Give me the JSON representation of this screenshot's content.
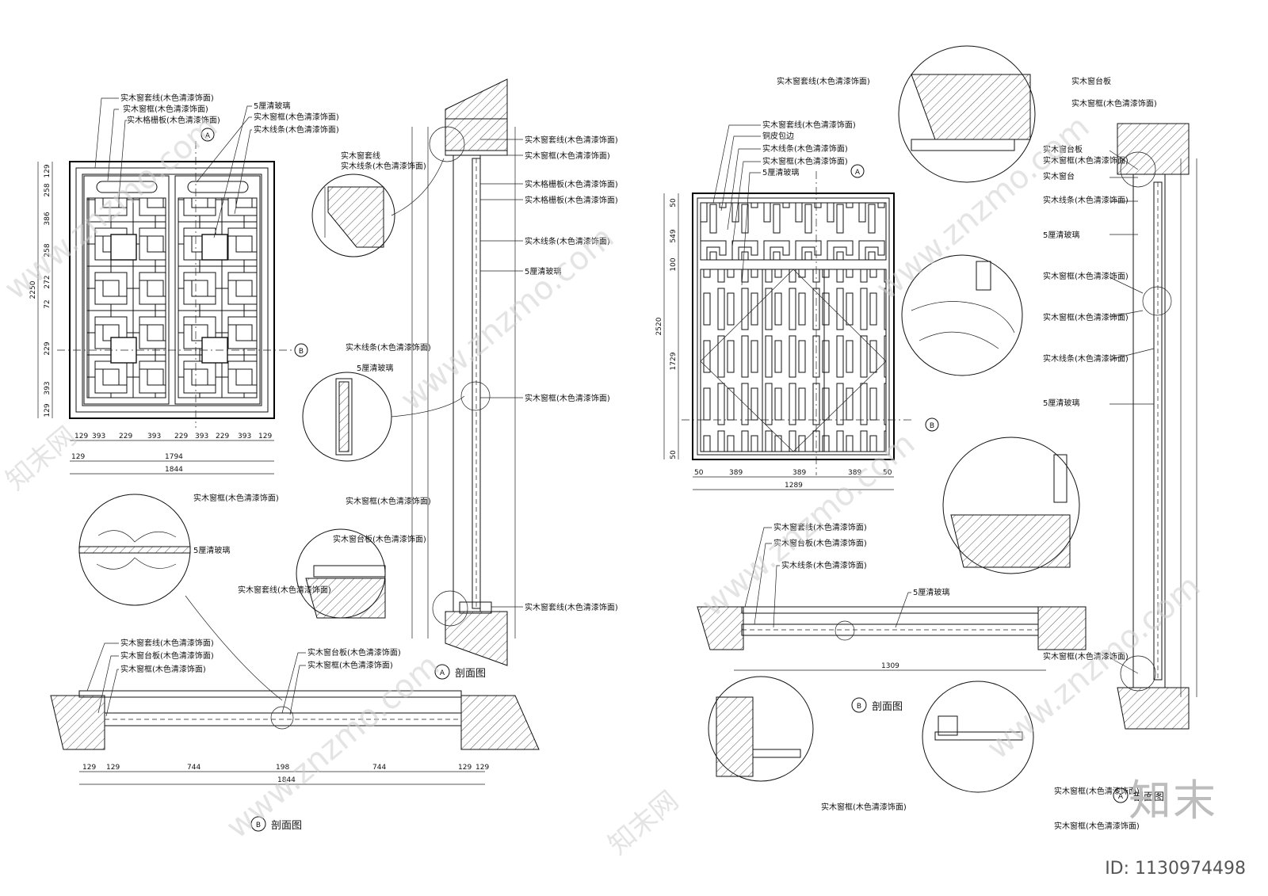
{
  "drawing_left": {
    "elevation_labels": [
      "实木窗套线(木色清漆饰面)",
      "实木窗框(木色清漆饰面)",
      "实木格栅板(木色清漆饰面)",
      "5厘清玻璃",
      "实木线条(木色清漆饰面)"
    ],
    "elevation_width_dims": [
      "129",
      "393",
      "229",
      "393",
      "229",
      "393",
      "229",
      "393",
      "129"
    ],
    "elevation_total_inner": "1794",
    "elevation_total": "1844",
    "elevation_height_dims": [
      "129",
      "258",
      "386",
      "258",
      "272",
      "72",
      "229",
      "393",
      "129"
    ],
    "elevation_total_height": "2250",
    "section_a_labels": [
      "实木窗套线(木色清漆饰面)",
      "实木窗框(木色清漆饰面)",
      "实木格栅板(木色清漆饰面)",
      "实木格栅板(木色清漆饰面)",
      "实木线条(木色清漆饰面)",
      "5厘清玻璃",
      "实木窗框(木色清漆饰面)",
      "实木窗套线(木色清漆饰面)"
    ],
    "section_a_title": "剖面图",
    "section_a_marker": "A",
    "section_b_labels": [
      "实木窗套线(木色清漆饰面)",
      "实木窗台板(木色清漆饰面)",
      "实木窗框(木色清漆饰面)",
      "实木窗台板(木色清漆饰面)",
      "实木窗框(木色清漆饰面)"
    ],
    "section_b_dims": [
      "129",
      "129",
      "744",
      "198",
      "744",
      "129",
      "129"
    ],
    "section_b_total": "1844",
    "section_b_title": "剖面图",
    "section_b_marker": "B",
    "detail_labels": [
      "实木窗套线",
      "实木线条(木色清漆饰面)",
      "5厘清玻璃",
      "实木窗框(木色清漆饰面)",
      "5厘清玻璃",
      "实木窗台板(木色清漆饰面)",
      "实木窗套线(木色清漆饰面)"
    ],
    "marker_a": "A",
    "marker_b": "B"
  },
  "drawing_right": {
    "elevation_labels": [
      "实木窗套线(木色清漆饰面)",
      "铜皮包边",
      "实木线条(木色清漆饰面)",
      "实木窗框(木色清漆饰面)",
      "5厘清玻璃"
    ],
    "elevation_width_dims": [
      "50",
      "389",
      "389",
      "389",
      "50"
    ],
    "elevation_total": "1289",
    "elevation_height_dims": [
      "50",
      "549",
      "100",
      "1729",
      "50"
    ],
    "elevation_total_height": "2520",
    "section_a_labels": [
      "实木窗台板",
      "实木窗框(木色清漆饰面)",
      "实木窗台板",
      "实木窗台",
      "实木线条(木色清漆饰面)",
      "5厘清玻璃",
      "实木窗框(木色清漆饰面)",
      "实木线条(木色清漆饰面)",
      "5厘清玻璃",
      "实木窗框(木色清漆饰面)"
    ],
    "section_a_title": "剖面图",
    "section_a_marker": "A",
    "section_b_labels": [
      "实木窗套线(木色清漆饰面)",
      "实木窗台板(木色清漆饰面)",
      "实木线条(木色清漆饰面)",
      "5厘清玻璃"
    ],
    "section_b_total": "1309",
    "section_b_title": "剖面图",
    "section_b_marker": "B",
    "detail_labels": [
      "实木窗套线(木色清漆饰面)",
      "实木窗框(木色清漆饰面)",
      "实木窗框(木色清漆饰面)"
    ],
    "marker_a": "A",
    "marker_b": "B"
  },
  "watermark_text": "www.znzmo.com",
  "watermark_brand": "知末网",
  "logo_text": "知末",
  "id_text": "ID: 1130974498"
}
